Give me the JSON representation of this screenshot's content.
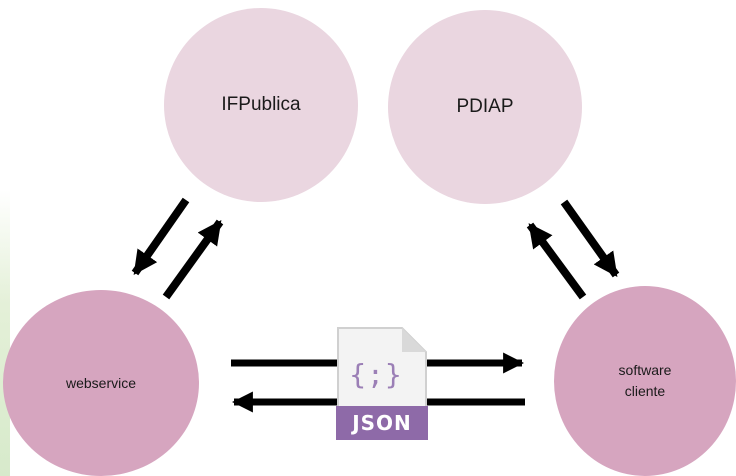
{
  "diagram": {
    "nodes": {
      "ifpublica": "IFPublica",
      "pdiap": "PDIAP",
      "webservice": "webservice",
      "software_cliente": "software\ncliente"
    },
    "json_icon": {
      "braces": "{;}",
      "label": "JSON"
    },
    "colors": {
      "top_nodes": "#ead6e0",
      "bottom_nodes": "#d6a5bf",
      "arrows": "#000000",
      "json_accent": "#8e6aa8"
    }
  }
}
